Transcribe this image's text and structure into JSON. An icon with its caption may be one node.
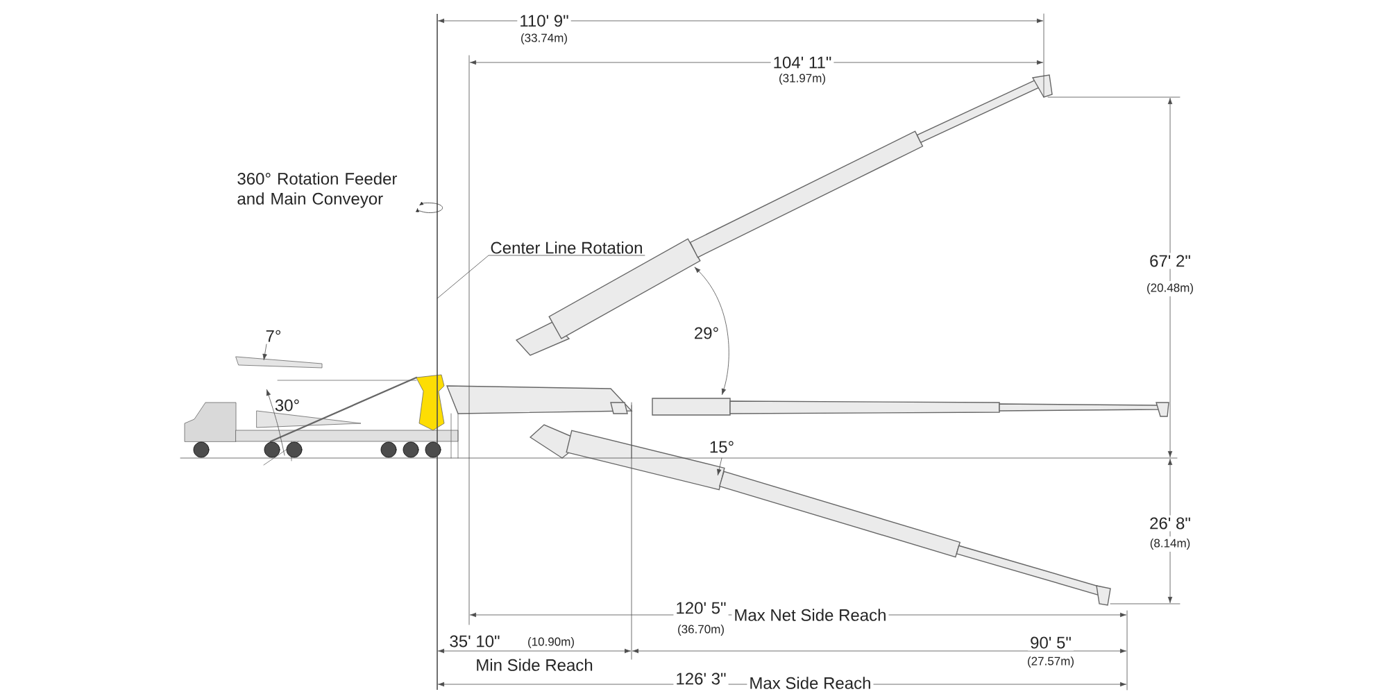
{
  "diagram": {
    "nodes": [
      {
        "text": [
          "Center Line Rotation"
        ]
      },
      {
        "text": [],
        "shape": "bar"
      }
    ],
    "edges": [
      {
        "from": 0,
        "to": 1,
        "arrow": "none"
      }
    ],
    "labels": [
      "110' 9\"",
      "(33.74m)",
      "104' 11\"",
      "(31.97m)",
      "360° Rotation Feeder and Main Conveyor",
      "67' 2\"",
      "(20.48m)",
      "7°",
      "29°",
      "30°",
      "15°",
      "26' 8\"",
      "(8.14m)",
      "120' 5\"",
      "(36.70m)",
      "Max Net Side Reach",
      "35' 10\"",
      "(10.90m)",
      "90' 5\"",
      "Min Side Reach",
      "(27.57m)",
      "126' 3\"",
      "Max Side Reach"
    ]
  }
}
